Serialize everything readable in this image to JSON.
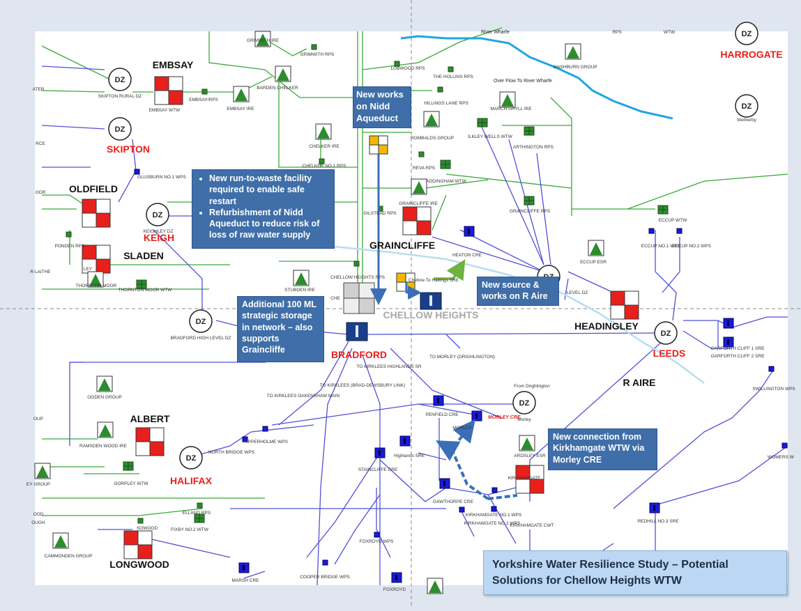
{
  "page": {
    "title": "Yorkshire Water Resilience Study – Potential Solutions for Chellow Heights WTW"
  },
  "colors": {
    "background": "#dfe6f0",
    "map": "#ffffff",
    "pipe_blue": "#5050d8",
    "pipe_green": "#3aa83a",
    "river": "#1fa6e0",
    "place_red": "#e8201c",
    "callout": "#3f6ea8",
    "title_box": "#bcd7f3"
  },
  "callouts": {
    "nidd_works": "New works on Nidd Aqueduct",
    "run_to_waste": [
      "New run-to-waste facility required to enable safe restart",
      "Refurbishment of Nidd Aqueduct to reduce risk of loss of raw water supply"
    ],
    "strategic_storage": "Additional 100 ML strategic storage in network – also supports Graincliffe",
    "aire_source": "New source & works on R Aire",
    "kirkhamgate_connection": "New connection from Kirkhamgate WTW via Morley CRE"
  },
  "places_red": [
    "HARROGATE",
    "SKIPTON",
    "KEIGH",
    "BRADFORD",
    "LEEDS",
    "HALIFAX"
  ],
  "places_black": [
    "EMBSAY",
    "OLDFIELD",
    "SLADEN",
    "GRAINCLIFFE",
    "HEADINGLEY",
    "R AIRE",
    "ALBERT",
    "LONGWOOD"
  ],
  "chellow_heights_label": "CHELLOW HEIGHTS",
  "morley_cre_label": "MORLEY CRE",
  "dz_label": "DZ",
  "rivers": [
    "River Wharfe",
    "Over Flow To River Wharfe"
  ],
  "small_labels": [
    "GRIMWITH IRE",
    "GRIMWITH RPS",
    "RPS",
    "WTW",
    "ATER",
    "SKIPTON RURAL DZ",
    "EMBSAY WTW",
    "EMBSAY/RPS",
    "EMBSAY IRE",
    "BARDEN CHELKER",
    "LOBWOOD RPS",
    "THE HOLLINS RPS",
    "HILLINGS LANE RPS",
    "WASHBURN GROUP",
    "MARCH GHYLL IRE",
    "Wetherby",
    "ROMBALDS GROUP",
    "ILKLEY WELLS WTW",
    "ARTHINGTON RPS",
    "CHELKER IRE",
    "CHELKER NO.1 RPS",
    "RCE",
    "GLUSBURN NO.1 WPS",
    "OOR",
    "REVA RPS",
    "ADDINGHAM WTW",
    "GRAINCLIFFE IRE",
    "GRAINCLIFFE RPS",
    "GILSTEAD RPS",
    "ECCUP WTW",
    "ECCUP NO.1 WPS",
    "ECCUP NO.2 WPS",
    "PONDEN RPS",
    "KEIGHLEY DZ",
    "HEATON CRE",
    "ECCUP ESR",
    "R LAITHE",
    "LEY",
    "THORNTON MOOR",
    "THORNTON MOOR WTW",
    "STUBDEN IRE",
    "CHELLOW HEIGHTS RPS",
    "CHE",
    "Chellow To Haitings SRE",
    "LEVEL DZ",
    "BRADFORD HIGH LEVEL DZ",
    "GARFORTH CLIFF 1 SRE",
    "GARFORTH CLIFF 2 SRE",
    "TO KIRKLEES HIGHLANDS SR",
    "TO MORLEY (DRIGHLINGTON)",
    "TO KIRKLEES (BRAD-DEWSBURY LINK)",
    "TO KIRKLEES OAKENSHAW MAIN",
    "OGDEN GROUP",
    "From Drighlington",
    "Morley",
    "PENFIELD CRE",
    "MORLEY",
    "SWILLINGTON WPS",
    "OUP",
    "RAMSDEN WOOD IRE",
    "HIPPERHOLME WPS",
    "NORTH BRIDGE WPS",
    "STAINCLIFFE CRE",
    "Highlands SRE",
    "ARDSLEY ESR",
    "WOMERS W",
    "EY GROUP",
    "GORPLEY WTW",
    "GAWTHORPE CRE",
    "KIRKHAMGATE NO.1 WPS",
    "KIRKHAMGATE NO.2 WPS",
    "KIRKHAMGATE CWT",
    "KIRKHAMGATE",
    "SOWOOD",
    "ELLAND RPS",
    "FIXBY NO.2 WTW",
    "REDHILL NO.3 SRE",
    "OOD",
    "OUGH",
    "CAMMONDEN GROUP",
    "FOXROYD WPS",
    "MARSH CRE",
    "COOPER BRIDGE WPS",
    "FOXROYD"
  ]
}
